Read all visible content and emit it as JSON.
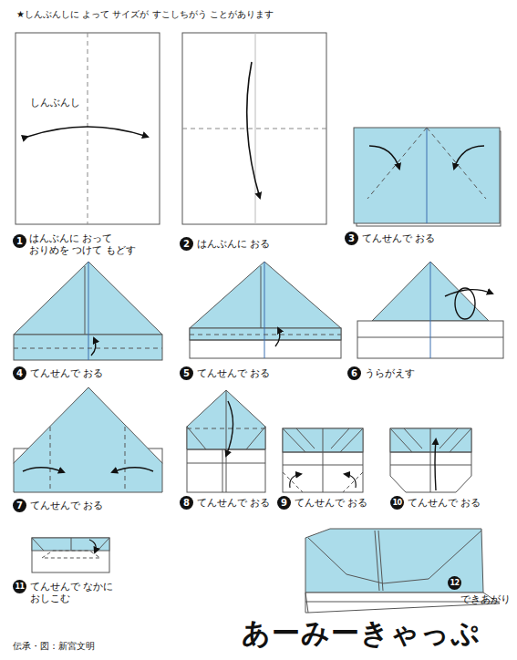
{
  "diagram": {
    "title": "あーみーきゃっぷ",
    "labels": [
      "★しんぶんしに よって サイズが すこしちがう ことがあります",
      "しんぶんし",
      "1",
      "はんぶんに おって おりめを つけて もどす",
      "2",
      "はんぶんに おる",
      "3",
      "てんせんで おる",
      "4",
      "てんせんで おる",
      "5",
      "てんせんで おる",
      "6",
      "うらがえす",
      "7",
      "てんせんで おる",
      "8",
      "てんせんで おる",
      "9",
      "てんせんで おる",
      "10",
      "てんせんで おる",
      "11",
      "てんせんで なかに おしこむ",
      "12",
      "できあがり",
      "伝承・図：新宮文明"
    ]
  }
}
